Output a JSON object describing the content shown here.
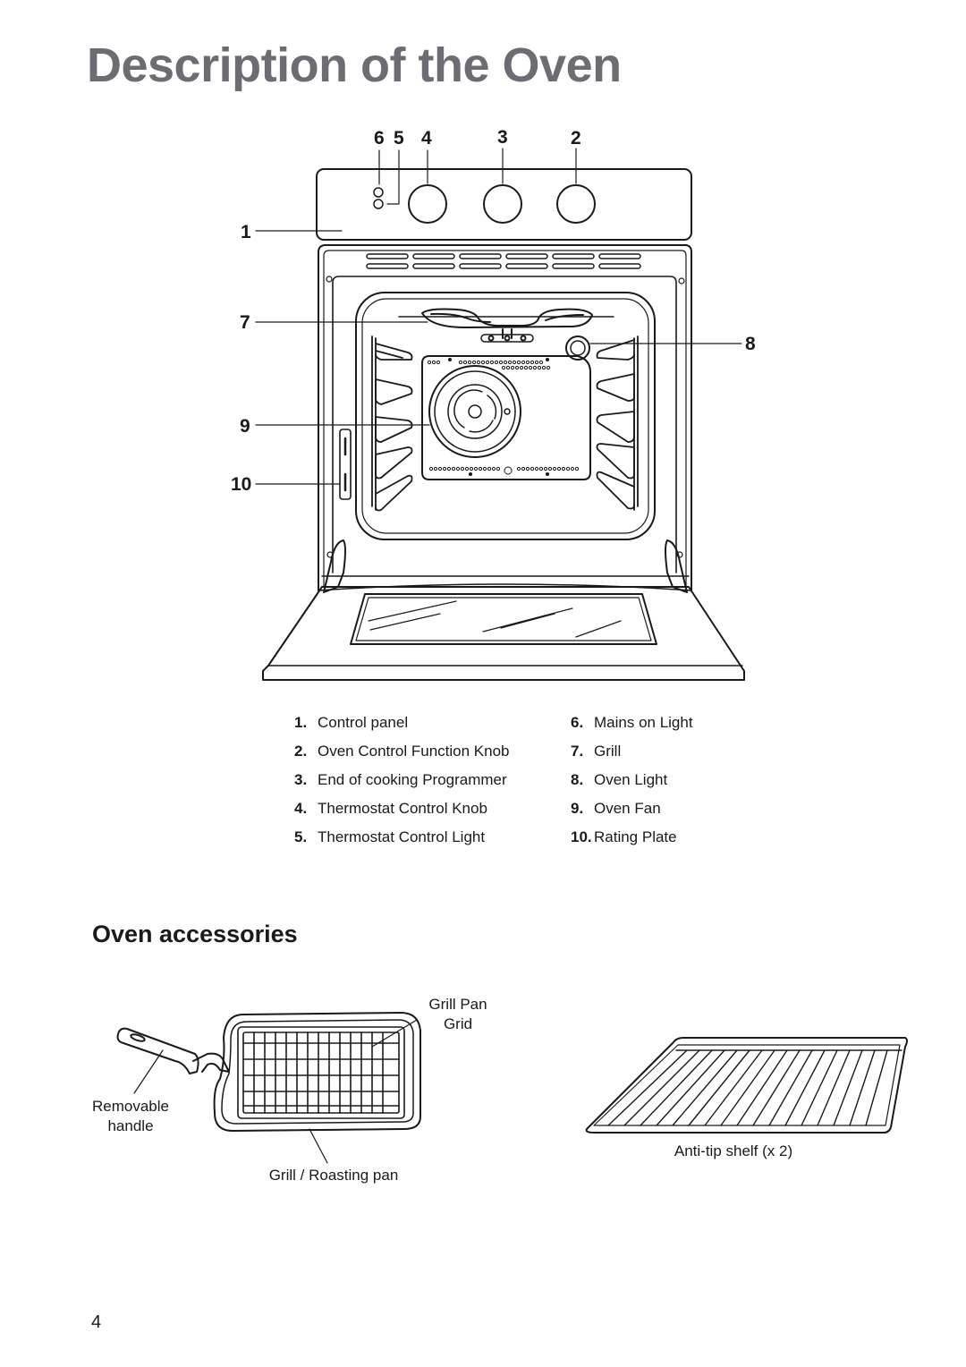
{
  "page": {
    "title": "Description of the Oven",
    "page_number": "4"
  },
  "diagram": {
    "callouts": [
      "1",
      "2",
      "3",
      "4",
      "5",
      "6",
      "7",
      "8",
      "9",
      "10"
    ]
  },
  "legend": {
    "left": [
      {
        "num": "1.",
        "label": "Control panel"
      },
      {
        "num": "2.",
        "label": "Oven Control Function Knob"
      },
      {
        "num": "3.",
        "label": "End of cooking Programmer"
      },
      {
        "num": "4.",
        "label": "Thermostat Control Knob"
      },
      {
        "num": "5.",
        "label": "Thermostat Control Light"
      }
    ],
    "right": [
      {
        "num": "6.",
        "label": "Mains on Light"
      },
      {
        "num": "7.",
        "label": "Grill"
      },
      {
        "num": "8.",
        "label": "Oven Light"
      },
      {
        "num": "9.",
        "label": "Oven Fan"
      },
      {
        "num": "10.",
        "label": "Rating Plate"
      }
    ]
  },
  "accessories": {
    "title": "Oven accessories",
    "grill_pan_grid_line1": "Grill Pan",
    "grill_pan_grid_line2": "Grid",
    "removable_handle_line1": "Removable",
    "removable_handle_line2": "handle",
    "roasting_pan": "Grill / Roasting pan",
    "anti_tip_shelf": "Anti-tip shelf (x 2)"
  }
}
